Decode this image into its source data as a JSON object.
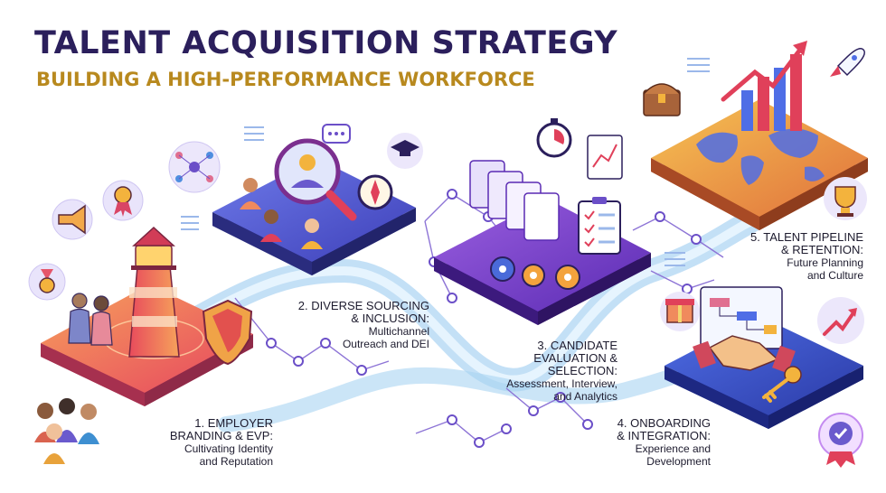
{
  "header": {
    "title": "TALENT ACQUISITION STRATEGY",
    "subtitle": "BUILDING A HIGH-PERFORMANCE WORKFORCE"
  },
  "steps": [
    {
      "title_1": "1. EMPLOYER",
      "title_2": "BRANDING & EVP:",
      "desc_1": "Cultivating Identity",
      "desc_2": "and Reputation"
    },
    {
      "title_1": "2. DIVERSE SOURCING",
      "title_2": "& INCLUSION:",
      "desc_1": "Multichannel",
      "desc_2": "Outreach and DEI"
    },
    {
      "title_1": "3. CANDIDATE",
      "title_2": "EVALUATION &",
      "title_3": "SELECTION:",
      "desc_1": "Assessment, Interview,",
      "desc_2": "and Analytics"
    },
    {
      "title_1": "4. ONBOARDING",
      "title_2": "& INTEGRATION:",
      "desc_1": "Experience and",
      "desc_2": "Development"
    },
    {
      "title_1": "5. TALENT PIPELINE",
      "title_2": "& RETENTION:",
      "desc_1": "Future Planning",
      "desc_2": "and Culture"
    }
  ],
  "colors": {
    "title": "#2b1f5c",
    "subtitle": "#b8891e",
    "path": "#a9d3f2",
    "node": "#6b4fc8"
  },
  "icons": [
    "megaphone-icon",
    "award-ribbon-icon",
    "medal-icon",
    "lighthouse-icon",
    "shield-icon",
    "people-group-icon",
    "network-icon",
    "magnifier-icon",
    "chat-bubble-icon",
    "graduation-cap-icon",
    "compass-icon",
    "stopwatch-icon",
    "resume-cards-icon",
    "gears-icon",
    "checklist-icon",
    "bar-chart-icon",
    "treasure-chest-icon",
    "growth-chart-icon",
    "rocket-icon",
    "world-map-icon",
    "trophy-icon",
    "gift-icon",
    "flowchart-icon",
    "handshake-icon",
    "key-icon",
    "trend-arrow-icon",
    "badge-icon"
  ]
}
